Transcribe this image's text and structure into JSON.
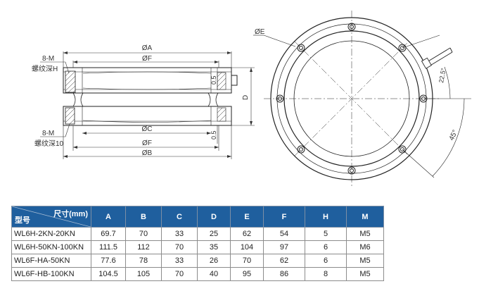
{
  "drawing": {
    "labels": {
      "dia_a": "ØA",
      "dia_f_top": "ØF",
      "dia_c": "ØC",
      "dia_f_bot": "ØF",
      "dia_b": "ØB",
      "dia_e": "ØE",
      "thread_top_size": "8-M",
      "thread_top_depth": "螺纹深H",
      "thread_bot_size": "8-M",
      "thread_bot_depth": "螺纹深10",
      "offset_top": "0.5",
      "offset_bot": "0.5",
      "height_d": "D",
      "angle_small": "22.5°",
      "angle_large": "45°"
    }
  },
  "table": {
    "corner_top": "尺寸(mm)",
    "corner_bottom": "型号",
    "columns": [
      "A",
      "B",
      "C",
      "D",
      "E",
      "F",
      "H",
      "M"
    ],
    "rows": [
      {
        "model": "WL6H-2KN-20KN",
        "values": [
          "69.7",
          "70",
          "33",
          "25",
          "62",
          "54",
          "5",
          "M5"
        ]
      },
      {
        "model": "WL6H-50KN-100KN",
        "values": [
          "111.5",
          "112",
          "70",
          "35",
          "104",
          "97",
          "6",
          "M6"
        ]
      },
      {
        "model": "WL6F-HA-50KN",
        "values": [
          "77.6",
          "78",
          "33",
          "26",
          "70",
          "62",
          "6",
          "M5"
        ]
      },
      {
        "model": "WL6F-HB-100KN",
        "values": [
          "104.5",
          "105",
          "70",
          "40",
          "95",
          "86",
          "8",
          "M5"
        ]
      }
    ]
  }
}
